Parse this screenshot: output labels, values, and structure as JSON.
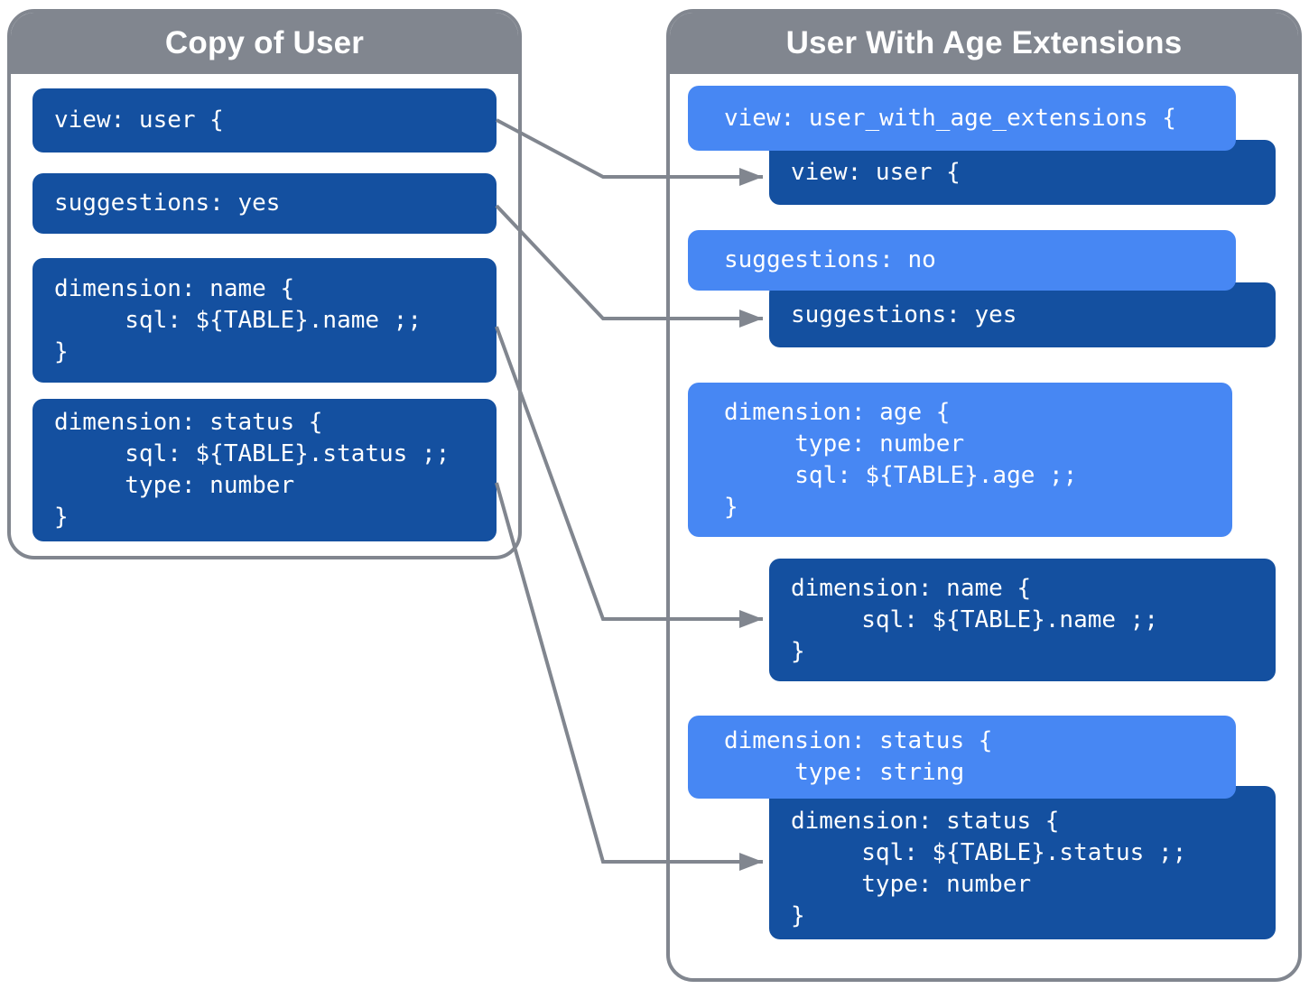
{
  "colors": {
    "dark_box": "#1450A0",
    "light_box": "#4787F3",
    "panel_gray": "#81868F",
    "text": "#FFFFFF"
  },
  "left_panel": {
    "title": "Copy of User",
    "boxes": [
      {
        "variant": "dark",
        "lines": [
          "view: user {"
        ]
      },
      {
        "variant": "dark",
        "lines": [
          "suggestions: yes"
        ]
      },
      {
        "variant": "dark",
        "lines": [
          "dimension: name {",
          "     sql: ${TABLE}.name ;;",
          "}"
        ]
      },
      {
        "variant": "dark",
        "lines": [
          "dimension: status {",
          "     sql: ${TABLE}.status ;;",
          "     type: number",
          "}"
        ]
      }
    ]
  },
  "right_panel": {
    "title": "User With Age Extensions",
    "boxes": [
      {
        "variant": "light",
        "lines": [
          "view: user_with_age_extensions {"
        ]
      },
      {
        "variant": "dark",
        "lines": [
          "view: user {"
        ]
      },
      {
        "variant": "light",
        "lines": [
          "suggestions: no"
        ]
      },
      {
        "variant": "dark",
        "lines": [
          "suggestions: yes"
        ]
      },
      {
        "variant": "light",
        "lines": [
          "dimension: age {",
          "     type: number",
          "     sql: ${TABLE}.age ;;",
          "}"
        ]
      },
      {
        "variant": "dark",
        "lines": [
          "dimension: name {",
          "     sql: ${TABLE}.name ;;",
          "}"
        ]
      },
      {
        "variant": "light",
        "lines": [
          "dimension: status {",
          "     type: string"
        ]
      },
      {
        "variant": "dark",
        "lines": [
          "dimension: status {",
          "     sql: ${TABLE}.status ;;",
          "     type: number",
          "}"
        ]
      }
    ]
  },
  "connectors": [
    {
      "from_left_box": 0,
      "to_right_box": 1
    },
    {
      "from_left_box": 1,
      "to_right_box": 3
    },
    {
      "from_left_box": 2,
      "to_right_box": 5
    },
    {
      "from_left_box": 3,
      "to_right_box": 7
    }
  ]
}
